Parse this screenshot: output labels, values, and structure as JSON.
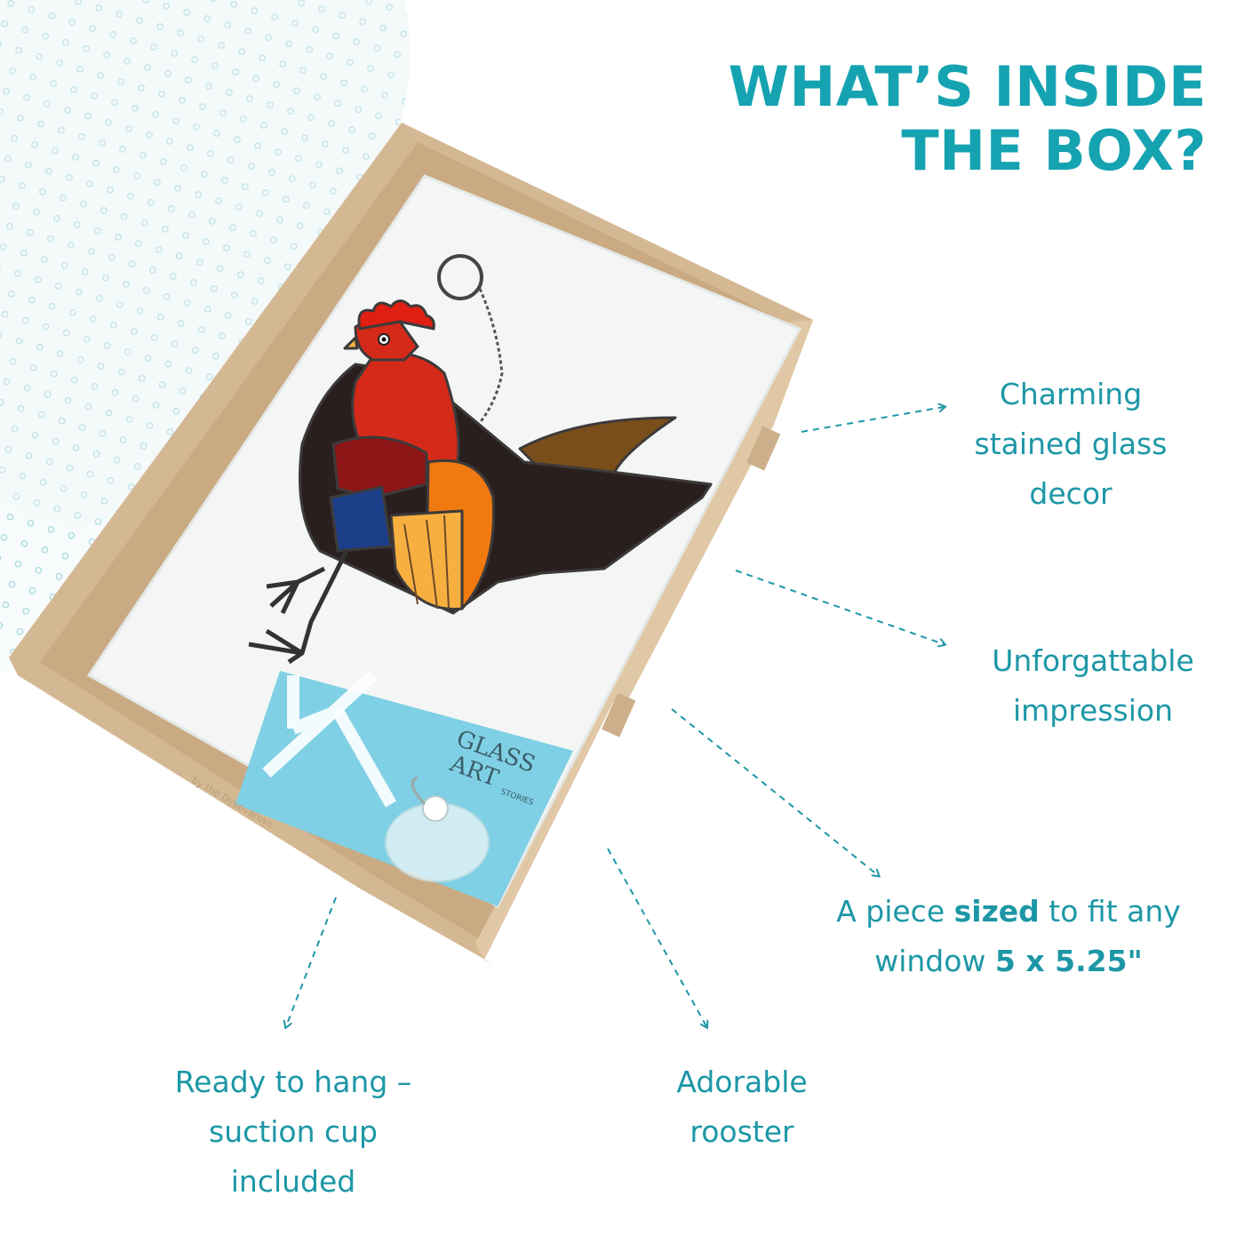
{
  "heading": {
    "line1": "WHAT’S INSIDE",
    "line2": "THE BOX?"
  },
  "callouts": {
    "decor": [
      "Charming",
      "stained glass",
      "decor"
    ],
    "impression": [
      "Unforgattable",
      "impression"
    ],
    "size": {
      "pre": "A piece ",
      "bold": "sized",
      "post": " to fit any",
      "line2_pre": "window ",
      "line2_bold": "5 x 5.25\""
    },
    "hang": [
      "Ready to hang –",
      "suction cup",
      "included"
    ],
    "rooster": [
      "Adorable",
      "rooster"
    ]
  },
  "card": {
    "brand_line1": "GLASS",
    "brand_line2": "ART",
    "brand_sub": "STORIES"
  },
  "box_print": "by the Dyvovarovs",
  "colors": {
    "accent": "#15a3b1",
    "box": "#d4b894",
    "foam": "#f3f6f5",
    "card": "#7fd0e4"
  }
}
